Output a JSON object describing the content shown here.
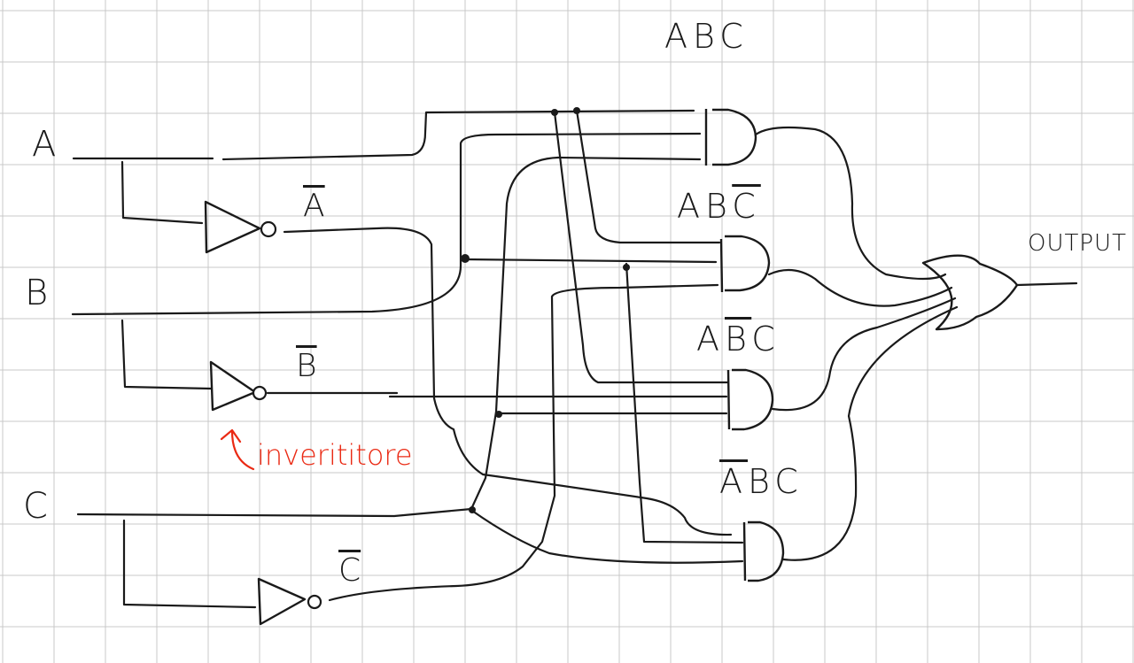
{
  "inputs": {
    "a": "A",
    "b": "B",
    "c": "C"
  },
  "inverter_outputs": {
    "not_a": "A",
    "not_b": "B",
    "not_c": "C"
  },
  "terms": {
    "t1": {
      "p1": "A",
      "p2": "B",
      "p3": "C"
    },
    "t2": {
      "p1": "A",
      "p2": "B",
      "p3": "C"
    },
    "t3": {
      "p1": "A",
      "p2": "B",
      "p3": "C"
    },
    "t4": {
      "p1": "A",
      "p2": "B",
      "p3": "C"
    }
  },
  "output_label": "OUTPUT",
  "annotation": "inverititore",
  "colors": {
    "ink": "#1a1a1a",
    "annotation": "#ea2a14",
    "grid": "#c9c9c9",
    "paper": "#ffffff"
  }
}
